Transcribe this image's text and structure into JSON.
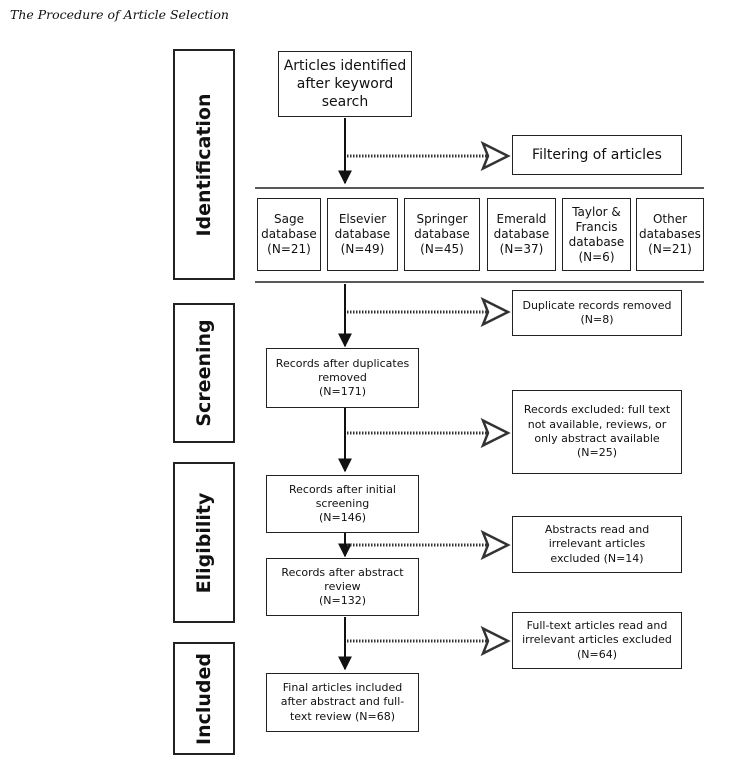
{
  "caption": "The Procedure of Article Selection",
  "stages": {
    "identification": "Identification",
    "screening": "Screening",
    "eligibility": "Eligibility",
    "included": "Included"
  },
  "boxes": {
    "identified": "Articles identified\nafter keyword\nsearch",
    "filtering": "Filtering of articles",
    "duplicates_removed": "Duplicate records removed\n(N=8)",
    "after_duplicates": "Records after duplicates\nremoved\n(N=171)",
    "excluded_fulltext": "Records excluded: full text\nnot available, reviews, or\nonly abstract available\n(N=25)",
    "after_initial": "Records after initial\nscreening\n(N=146)",
    "abstracts_excluded": "Abstracts read and\nirrelevant articles\nexcluded (N=14)",
    "after_abstract": "Records after abstract\nreview\n(N=132)",
    "fulltext_excluded": "Full-text articles read and\nirrelevant articles excluded\n(N=64)",
    "final": "Final articles included\nafter abstract and full-\ntext review (N=68)"
  },
  "databases": [
    "Sage\ndatabase\n(N=21)",
    "Elsevier\ndatabase\n(N=49)",
    "Springer\ndatabase\n(N=45)",
    "Emerald\ndatabase\n(N=37)",
    "Taylor &\nFrancis\ndatabase\n(N=6)",
    "Other\ndatabases\n(N=21)"
  ]
}
